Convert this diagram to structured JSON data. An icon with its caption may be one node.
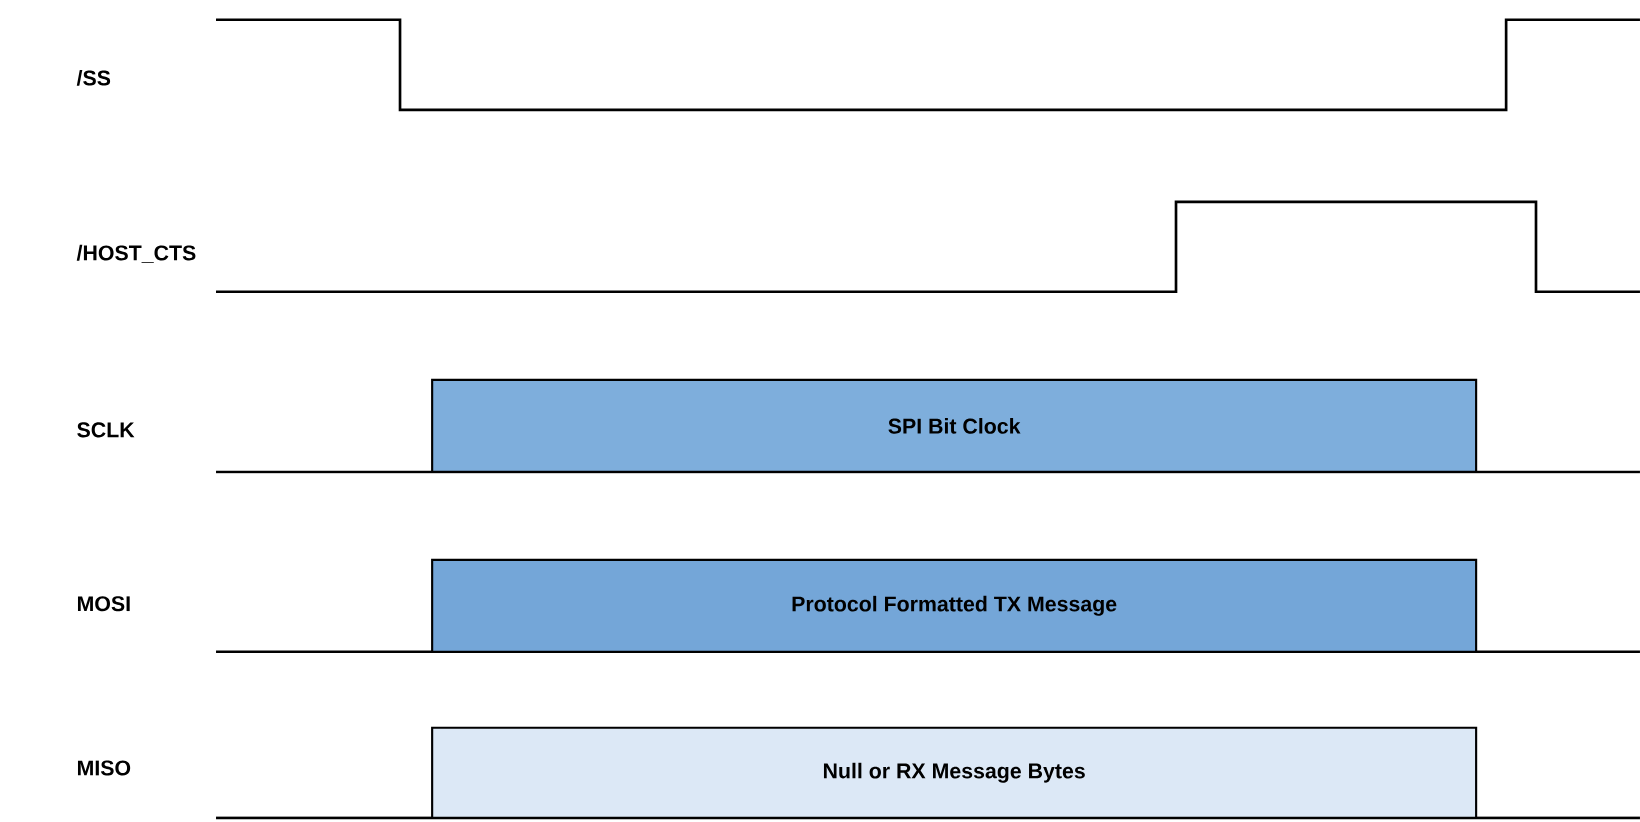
{
  "diagram": {
    "nodes": [
      {
        "text": [
          "SPI Bit Clock"
        ]
      },
      {
        "text": [
          "Protocol Formatted TX Message"
        ]
      },
      {
        "text": [
          "Null or RX Message Bytes"
        ]
      }
    ],
    "labels": [
      "/SS",
      "/HOST_CTS",
      "SCLK",
      "MOSI",
      "MISO"
    ]
  }
}
